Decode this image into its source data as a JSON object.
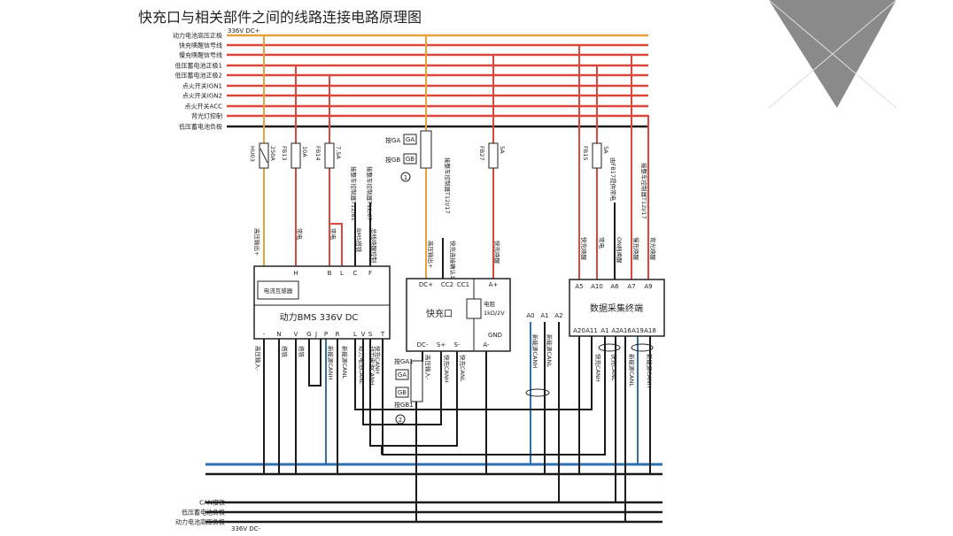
{
  "title": "快充口与相关部件之间的线路连接电路原理图",
  "colors": {
    "orange": "#e8a13c",
    "red": "#d9483b",
    "dark": "#1a1a1a",
    "blue": "#2f6fb0",
    "gray": "#b5b5b5"
  },
  "top_buses": [
    {
      "label": "动力电池高压正极",
      "color": "orange"
    },
    {
      "label": "快充唤醒信号线",
      "color": "red"
    },
    {
      "label": "慢充唤醒信号线",
      "color": "red"
    },
    {
      "label": "低压蓄电池正极1",
      "color": "red"
    },
    {
      "label": "低压蓄电池正极2",
      "color": "red"
    },
    {
      "label": "点火开关IGN1",
      "color": "red"
    },
    {
      "label": "点火开关IGN2",
      "color": "red"
    },
    {
      "label": "点火开关ACC",
      "color": "red"
    },
    {
      "label": "背光灯控制",
      "color": "red"
    },
    {
      "label": "低压蓄电池负极",
      "color": "dark"
    }
  ],
  "top_note": "336V DC+",
  "bottom_buses": [
    {
      "label": "",
      "color": "blue"
    },
    {
      "label": "",
      "color": "dark"
    },
    {
      "label": "CAN搭铁",
      "color": "dark"
    },
    {
      "label": "低压蓄电池负极",
      "color": "dark"
    },
    {
      "label": "动力电池高压负极",
      "color": "dark"
    }
  ],
  "bottom_note": "336V DC-",
  "fuses": [
    {
      "name": "HU03",
      "rating": "250A"
    },
    {
      "name": "FB13",
      "rating": "10A"
    },
    {
      "name": "FB14",
      "rating": "7.5A"
    },
    {
      "name": "FB27",
      "rating": "5A"
    },
    {
      "name": "FB15",
      "rating": "5A"
    }
  ],
  "bms": {
    "title": "动力BMS 336V DC",
    "sensor": "电流互感器",
    "top_pins": [
      "H",
      "B",
      "L",
      "C",
      "F"
    ],
    "bottom_pins": [
      "-",
      "N",
      "V",
      "G",
      "J",
      "P",
      "R",
      "L",
      "V",
      "S",
      "T"
    ],
    "top_wires": [
      "高压输出+",
      "常电",
      "常电",
      "BMS搭铁",
      "总线唤醒控制"
    ],
    "bottom_wires": [
      "高压输入-",
      "搭铁",
      "搭铁",
      "新能源CANH",
      "新能源CANL",
      "动力电池CANL",
      "动力电池CANH",
      "快充CANH"
    ]
  },
  "fcp": {
    "title": "快充口",
    "top_pins": [
      "DC+",
      "CC2",
      "CC1",
      "A+"
    ],
    "bottom_pins": [
      "DC-",
      "S+",
      "S-",
      "A-"
    ],
    "gnd": "GND",
    "resistor": "电阻\n1kΩ/2V",
    "top_wires": [
      "高压输出+",
      "快充连接确认1",
      "快充唤醒"
    ],
    "bottom_wires": [
      "高压输入-",
      "快充CANH",
      "快充CANL"
    ]
  },
  "dau": {
    "title": "数据采集终端",
    "top_pins": [
      "A5",
      "A10",
      "A6",
      "A7",
      "A9"
    ],
    "bottom_pins": [
      "A20",
      "A11",
      "A1",
      "A2",
      "A16",
      "A19",
      "A18"
    ],
    "top_wires": [
      "快充唤醒",
      "常电",
      "ON档唤醒",
      "慢充唤醒",
      "背光唤醒"
    ],
    "bottom_wires": [
      "快充CANH",
      "快充CANL",
      "新能源CANL",
      "新能源CANH"
    ]
  },
  "mid_pins": [
    "A0",
    "A1",
    "A2"
  ],
  "mid_wires": [
    "新能源CANH",
    "新能源CANL"
  ],
  "annotations": {
    "ga": "按GA",
    "gb": "按GB",
    "ga_box": "GA",
    "gb_box": "GB",
    "ga1": "按GA1",
    "gb1": "按GB1",
    "ga1_box": "GA",
    "gb1_box": "GB",
    "n1": "1",
    "n2": "2",
    "fcp_note": "接整车控制器T12I/17",
    "t12_81": "接整车控制器T12/81",
    "t12_67": "接整车控制器T12/67",
    "fb17": "由FB17提供常电",
    "t12_17b": "接整车控制器T12I/17"
  }
}
